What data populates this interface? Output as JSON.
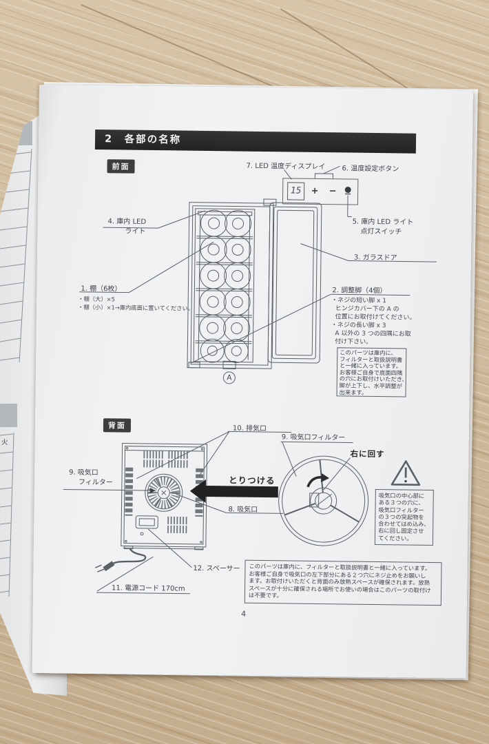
{
  "header": {
    "section_title": "2　各部の名称"
  },
  "page": {
    "number": "4"
  },
  "front_section": {
    "badge": "前面",
    "panel": {
      "display_value": "15",
      "plus": "+",
      "minus": "−"
    },
    "labels": {
      "led_display": "7. LED 温度ディスプレイ",
      "temp_button": "6. 温度設定ボタン",
      "interior_led_line1": "4. 庫内 LED",
      "interior_led_line2": "ライト",
      "led_switch_line1": "5. 庫内 LED ライト",
      "led_switch_line2": "点灯スイッチ",
      "glass_door": "3. ガラスドア",
      "shelf": "1. 棚（6枚）",
      "shelf_note1": "・棚（大）×5",
      "shelf_note2": "・棚（小）×1→庫内底面に置いてください。",
      "feet": "2. 調整脚（4個）",
      "feet_notes": "・ネジの短い脚 x 1\n  ヒンジカバー下の A の\n  位置にお取付けてください。\n・ネジの長い脚 x 3\n  A 以外の 3 つの四隅にお取\n  付け下さい。",
      "a_mark": "A"
    },
    "note_box": "このパーツは庫内に、\nフィルターと取扱説明書\nと一緒に入っています。\nお客様ご自身で底面四隅\nの穴にお取付けいただき、\n脚が上下し、水平調整が\n出来ます。"
  },
  "back_section": {
    "badge": "背面",
    "labels": {
      "exhaust": "10. 排気口",
      "intake_filter_line1": "9. 吸気口",
      "intake_filter_line2": "フィルター",
      "intake": "8. 吸気口",
      "intake_filter_right": "9. 吸気口フィルター",
      "attach": "とりつける",
      "turn_right": "右に回す",
      "spacer": "12. スペーサー",
      "power_cord": "11. 電源コード 170cm"
    },
    "filter_note_box": "吸気口の中心部に\nある３つの穴に、\n吸気口フィルター\nの３つの突起物を\n合わせてはめ込み、\n右に回し固定させ\nてください。",
    "spacer_note_box": "このパーツは庫内に、フィルターと取扱説明書と一緒に入っています。\nお客様ご自身で吸気口の左下部分にある２つ穴にネジ止めをお願いし\nます。お取付けいただくと背面のみ放熱スペースが確保されます。放熱\nスペースが十分に確保される場所でお使いの場合はこのパーツの取付け\nは不要です。"
  },
  "underlying_page": {
    "table_cell": "火"
  }
}
